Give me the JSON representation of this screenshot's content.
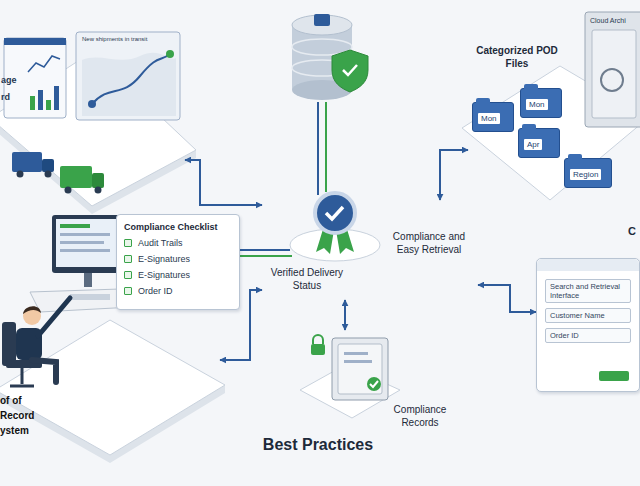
{
  "diagram": {
    "caption": "Best Practices",
    "nodes": [
      {
        "text": [
          "age rd"
        ]
      },
      {
        "text": [
          "Categorized POD Files"
        ]
      },
      {
        "text": [
          "Mon"
        ],
        "in": 1
      },
      {
        "text": [
          "Mon"
        ],
        "in": 1
      },
      {
        "text": [
          "Apr"
        ],
        "in": 1
      },
      {
        "text": [
          "Region"
        ],
        "in": 1
      },
      {
        "text": [
          "Compliance and Easy Retrieval",
          "Verified Delivery Status"
        ]
      },
      {
        "text": [
          "Compliance Checklist",
          "Audit Trails",
          "E-Signatures",
          "E-Signatures",
          "Order ID"
        ]
      },
      {
        "text": [
          "of of Record ystem"
        ]
      },
      {
        "text": [
          "Compliance Records"
        ]
      },
      {
        "text": [
          "Search and Retrieval Interface",
          "Customer Name",
          "Order ID"
        ]
      }
    ],
    "edges": [
      {
        "from": 6,
        "to": 0,
        "arrow": "both"
      },
      {
        "from": 6,
        "to": 1,
        "arrow": "both"
      },
      {
        "from": 6,
        "to": 8,
        "arrow": "both"
      },
      {
        "from": 6,
        "to": 9,
        "arrow": "both"
      },
      {
        "from": 6,
        "to": 10,
        "arrow": "both"
      }
    ],
    "labels": [
      "New shipments in transit",
      "Cloud Archi",
      "C"
    ]
  }
}
